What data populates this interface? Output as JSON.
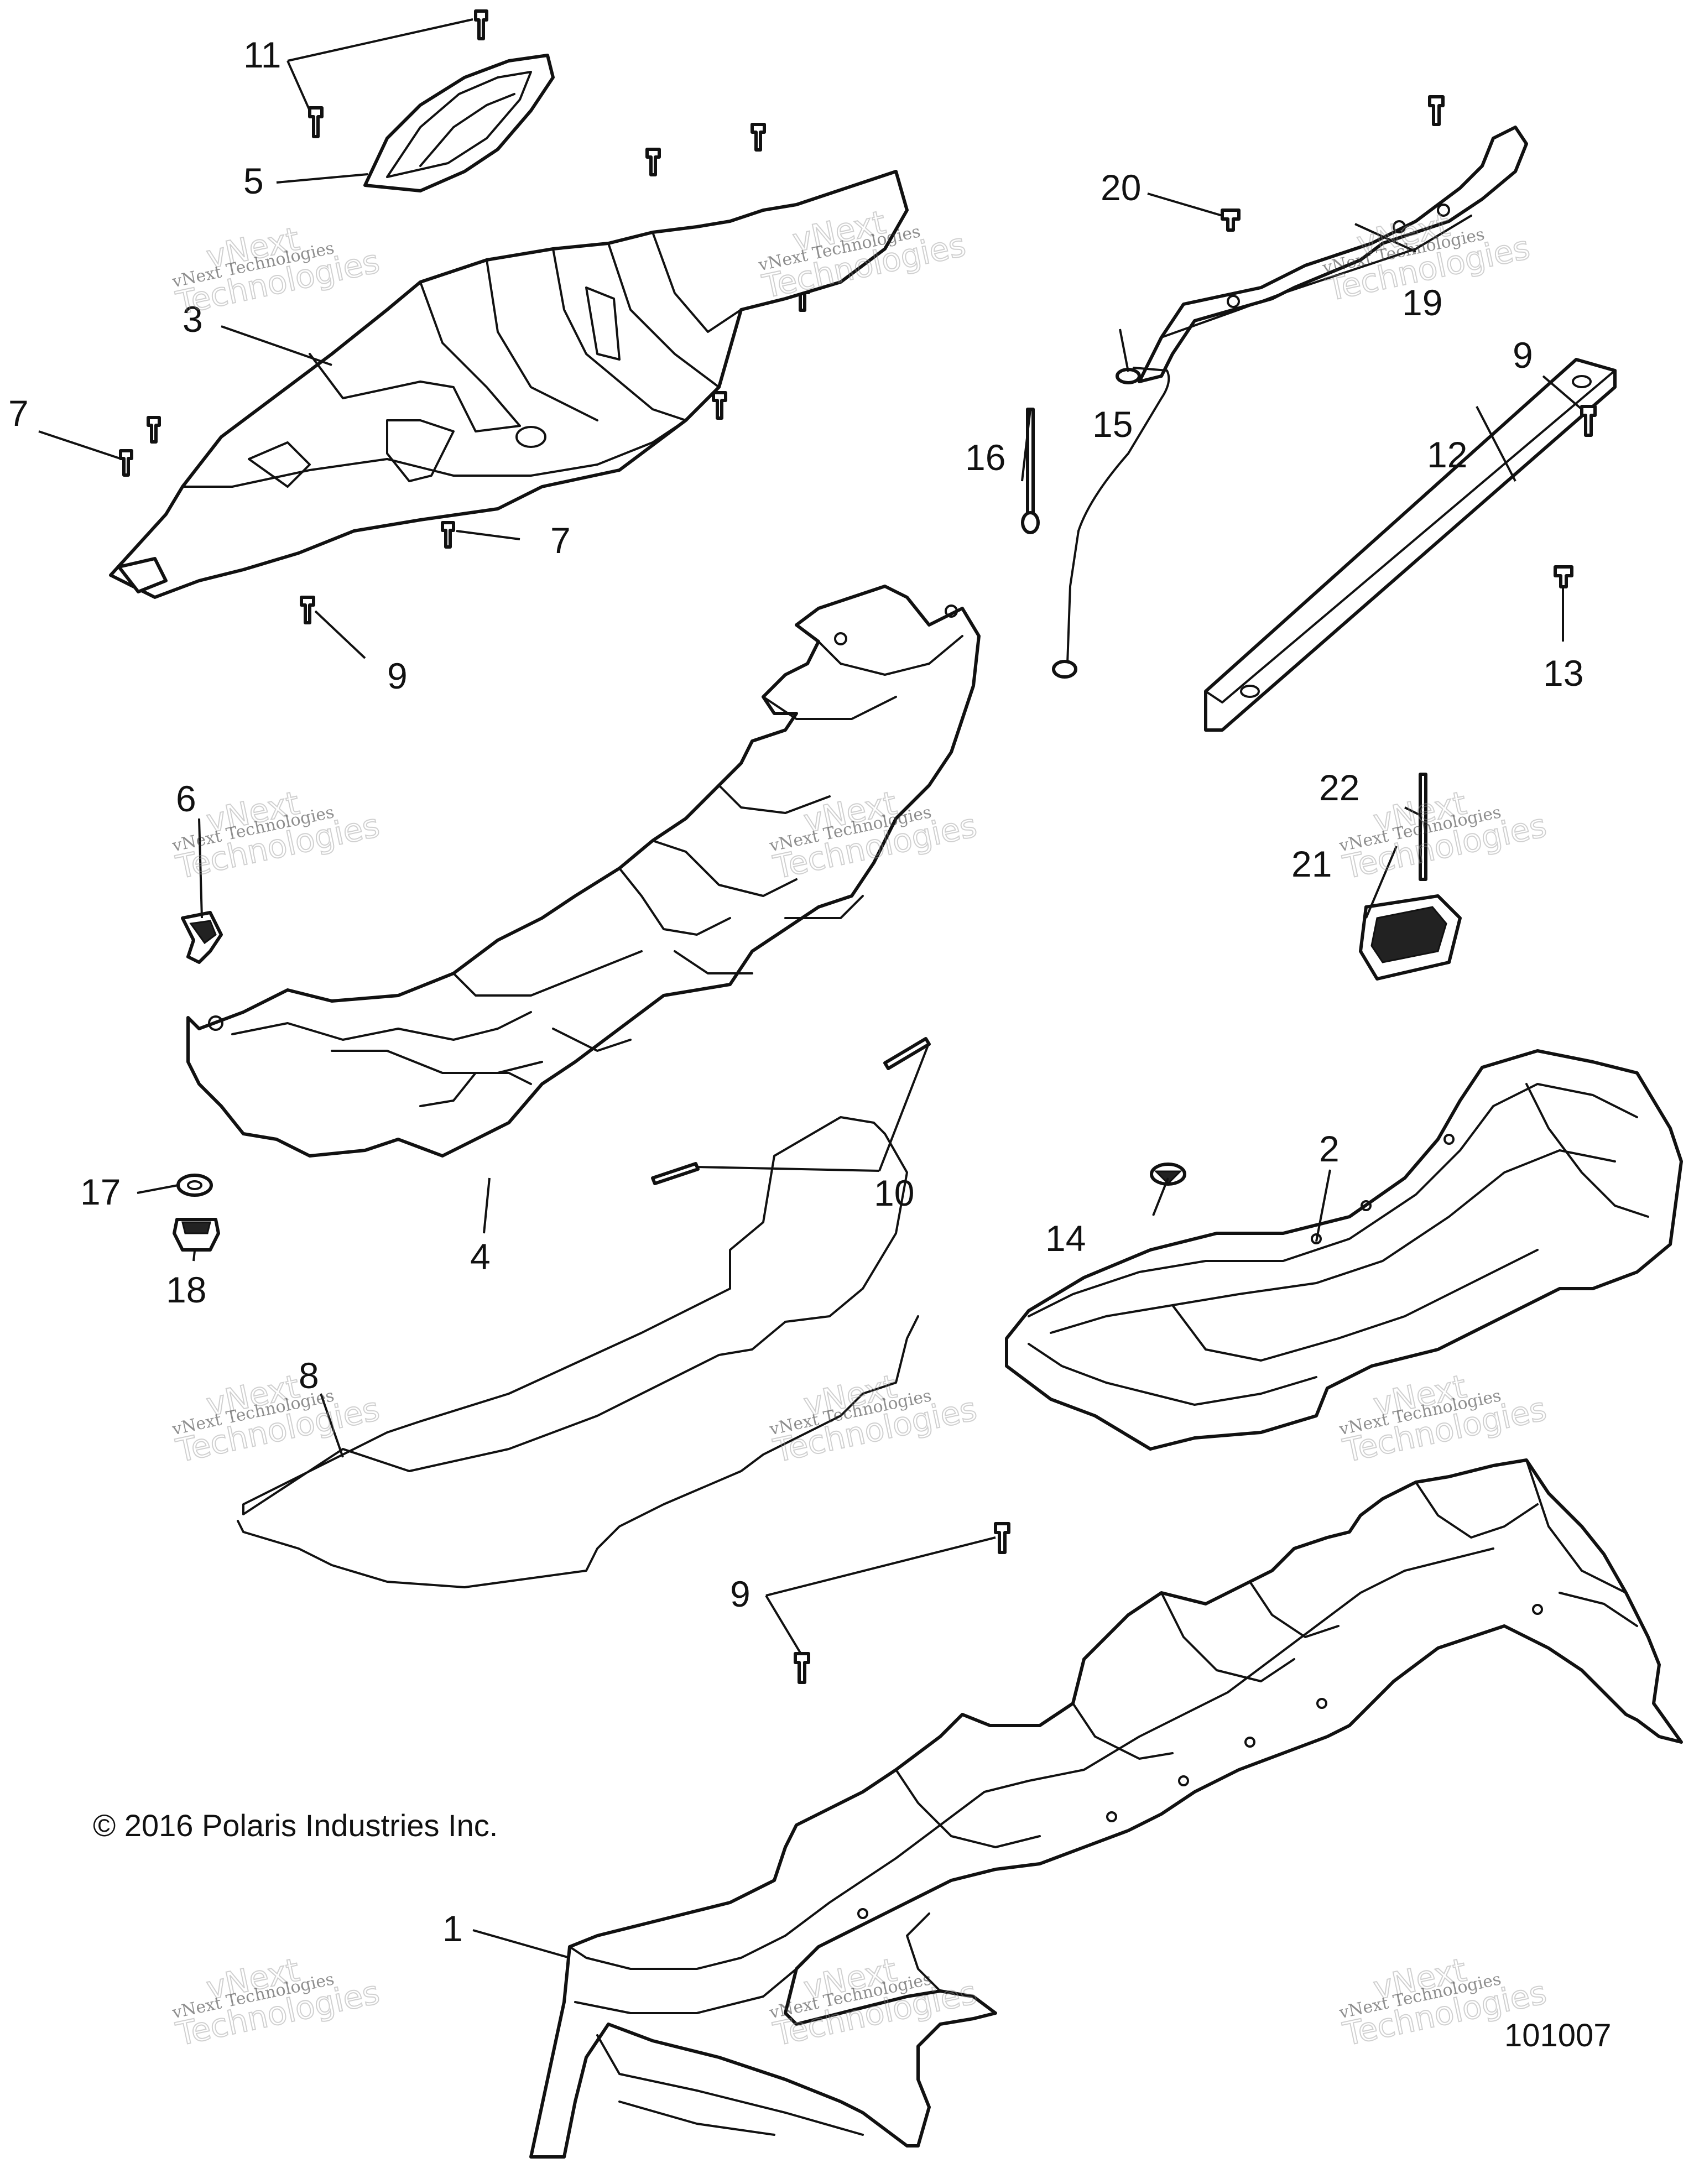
{
  "diagram": {
    "copyright": "© 2016 Polaris Industries Inc.",
    "drawing_number": "101007",
    "watermark": {
      "brand_top": "vNext",
      "brand_line": "vNext Technologies",
      "brand_outline": "Technologies"
    },
    "callouts": {
      "c1": "1",
      "c2": "2",
      "c3": "3",
      "c4": "4",
      "c5": "5",
      "c6": "6",
      "c7a": "7",
      "c7b": "7",
      "c8": "8",
      "c9a": "9",
      "c9b": "9",
      "c9c": "9",
      "c10": "10",
      "c11": "11",
      "c12": "12",
      "c13": "13",
      "c14": "14",
      "c15": "15",
      "c16": "16",
      "c17": "17",
      "c18": "18",
      "c19": "19",
      "c20": "20",
      "c21": "21",
      "c22": "22"
    }
  }
}
